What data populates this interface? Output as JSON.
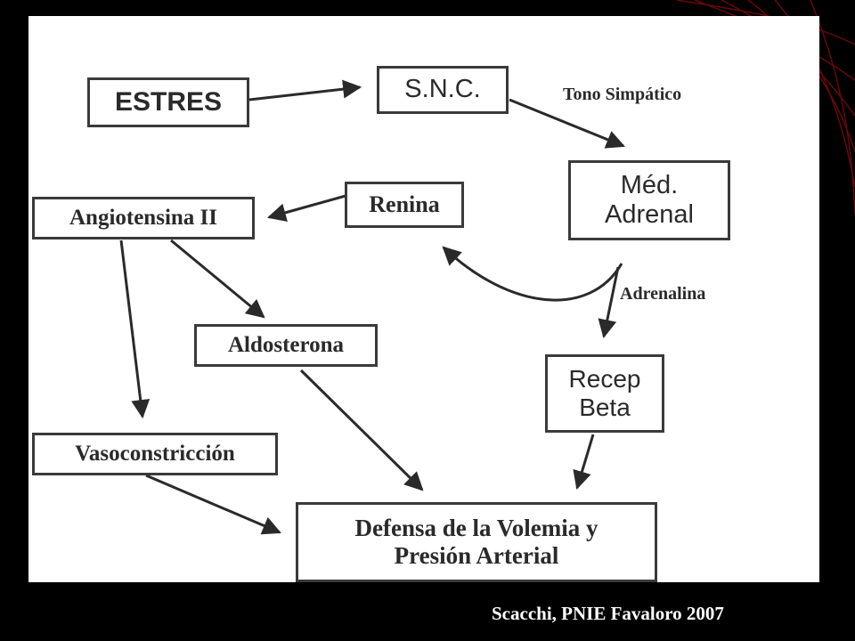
{
  "diagram": {
    "nodes": {
      "estres": "ESTRES",
      "snc": "S.N.C.",
      "med_adrenal_line1": "Méd.",
      "med_adrenal_line2": "Adrenal",
      "renina": "Renina",
      "angiotensina": "Angiotensina II",
      "aldosterona": "Aldosterona",
      "recep_line1": "Recep",
      "recep_line2": "Beta",
      "vasoconstriccion": "Vasoconstricción",
      "defensa_line1": "Defensa de la Volemia y",
      "defensa_line2": "Presión Arterial"
    },
    "edge_labels": {
      "tono": "Tono Simpático",
      "adrenalina": "Adrenalina"
    }
  },
  "credit": "Scacchi, PNIE Favaloro 2007",
  "colors": {
    "background": "#000000",
    "panel": "#ffffff",
    "stroke": "#2a2a2a",
    "accent_deco": "#8b0000"
  }
}
